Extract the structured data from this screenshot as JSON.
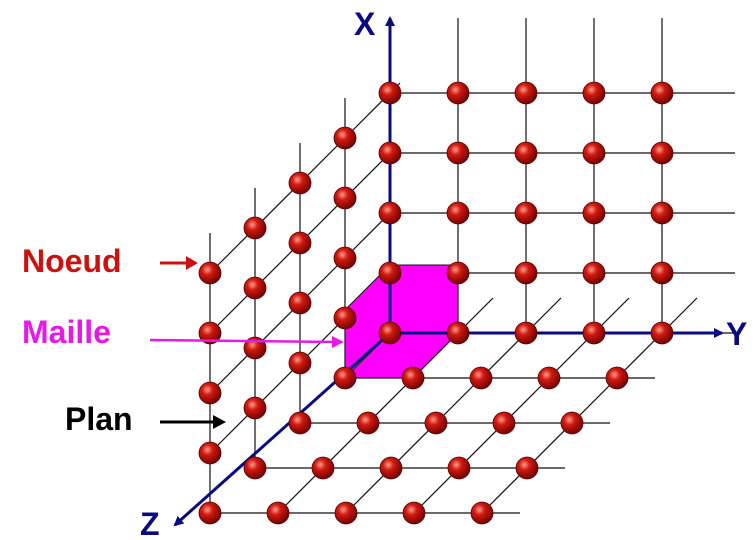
{
  "axes": {
    "x": "X",
    "y": "Y",
    "z": "Z"
  },
  "labels": {
    "node": "Noeud",
    "cell": "Maille",
    "plane": "Plan"
  },
  "colors": {
    "node_label": "#cc1111",
    "cell_label": "#e619e6",
    "plane_label": "#000000",
    "cell_fill": "#ff00ff",
    "axis": "#0a0a80",
    "grid": "#000000",
    "atom": "#b01010"
  }
}
